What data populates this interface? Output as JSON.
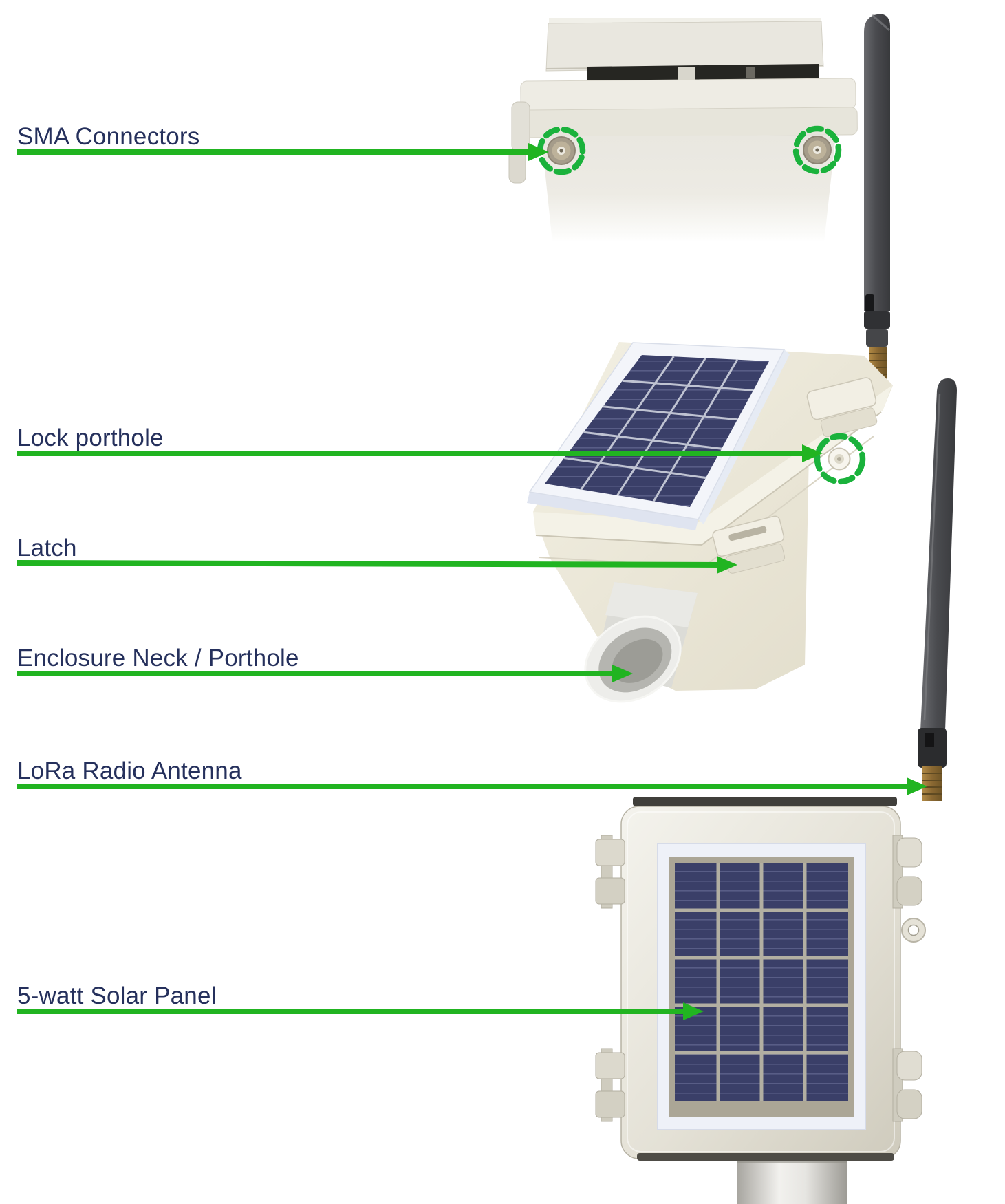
{
  "colors": {
    "arrow": "#21b421",
    "circle": "#1ab23c",
    "label-text": "#25305c",
    "background": "#ffffff"
  },
  "labels": [
    {
      "id": "sma-connectors",
      "text": "SMA Connectors"
    },
    {
      "id": "lock-porthole",
      "text": "Lock porthole"
    },
    {
      "id": "latch",
      "text": "Latch"
    },
    {
      "id": "enclosure-neck",
      "text": "Enclosure Neck / Porthole"
    },
    {
      "id": "lora-antenna",
      "text": "LoRa Radio Antenna"
    },
    {
      "id": "solar-panel",
      "text": "5-watt Solar Panel"
    }
  ],
  "views": [
    {
      "name": "rear-top-photo"
    },
    {
      "name": "isometric-render"
    },
    {
      "name": "front-render"
    }
  ]
}
